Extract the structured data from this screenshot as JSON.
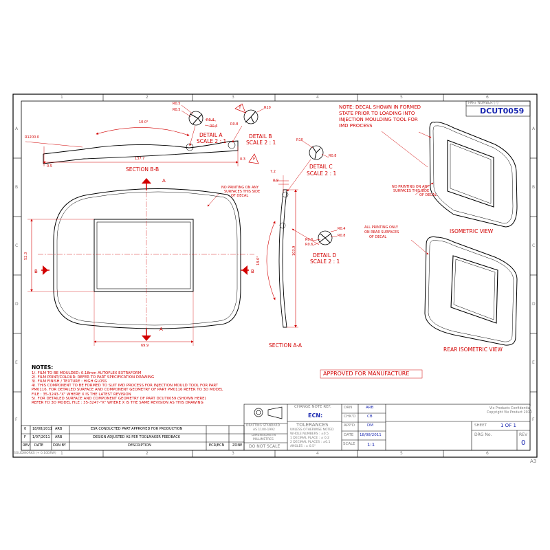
{
  "border": {
    "cols": [
      "1",
      "2",
      "3",
      "4",
      "5",
      "6"
    ],
    "rows": [
      "A",
      "B",
      "C",
      "D",
      "E",
      "F"
    ],
    "sheet_size": "A3",
    "software": "SOLIDWORKS (+ 0.10DRW)"
  },
  "part_number": {
    "label": "PART NUMBER (?)",
    "value": "DCUT0059"
  },
  "top_note": [
    "NOTE: DECAL SHOWN IN FORMED",
    "STATE PRIOR TO LOADING INTO",
    "INJECTION MOULDING TOOL FOR",
    "IMD PROCESS"
  ],
  "section_bb": {
    "title": "SECTION B-B",
    "r_label": "R1200.0",
    "angle": "10.0°",
    "length": "137.7",
    "thickness": "0.3",
    "small_dim": "0.5"
  },
  "detail_a": {
    "title": "DETAIL A",
    "scale": "SCALE 2 : 1",
    "dims": [
      "R0.5",
      "R0.5",
      "R0.4",
      "R0.6"
    ]
  },
  "detail_b": {
    "title": "DETAIL B",
    "scale": "SCALE 2 : 1",
    "dims": [
      "R10",
      "R0.8"
    ]
  },
  "detail_c": {
    "title": "DETAIL C",
    "scale": "SCALE 2 : 1",
    "dims": [
      "R10",
      "R0.8"
    ]
  },
  "detail_d": {
    "title": "DETAIL D",
    "scale": "SCALE 2 : 1",
    "dims": [
      "R0.4",
      "R0.6",
      "R0.6",
      "R0.8"
    ]
  },
  "flag_letter": "F",
  "front_view": {
    "width": "69.9",
    "height": "52.3",
    "cut_a": "A",
    "cut_b": "B",
    "no_print_note": [
      "NO PRINTING ON ANY",
      "SURFACES THIS SIDE",
      "OF DECAL"
    ]
  },
  "section_aa": {
    "title": "SECTION A-A",
    "dims": [
      "7.2",
      "0.9",
      "103.9"
    ],
    "angle": "18.0°"
  },
  "iso_view": {
    "title": "ISOMETRIC VIEW",
    "note": [
      "NO PRINTING ON ANY",
      "SURFACES THIS SIDE",
      "OF DECAL"
    ]
  },
  "rear_iso_view": {
    "title": "REAR ISOMETRIC VIEW",
    "note": [
      "ALL PRINTING ONLY",
      "ON REAR SURFACES",
      "OF DECAL"
    ]
  },
  "notes": {
    "heading": "NOTES:",
    "lines": [
      "1/. FILM TO BE MOULDED: 0.18mm AUTOFLEX EXTRAFORM",
      "2/. FILM PRINT/COLOUR: REFER TO PART SPECIFICATION DRAWING",
      "3/. FILM FINISH / TEXTURE : HIGH GLOSS",
      "4/. THIS COMPONENT TO BE FORMED TO SUIT IMD PROCESS FOR INJECTION MOULD TOOL FOR PART",
      "     PM0116. FOR DETAILED SURFACE AND COMPONENT GEOMETRY OF PART PM0116 REFER TO 3D MODEL",
      "     FILE : 35-3243-\"X\" WHERE X IS THE LATEST REVISION",
      "5/. FOR DETAILED SURFACE AND COMPONENT GEOMETRY OF PART DCUT0059 (SHOWN HERE)",
      "     REFER TO 3D MODEL FILE : 35-3247-\"X\" WHERE X IS THE SAME REVISION AS THIS DRAWING"
    ]
  },
  "approved_stamp": "APPROVED FOR MANUFACTURE",
  "revisions": {
    "headers": [
      "REV.",
      "DATE",
      "DRN BY",
      "DESCRIPTION",
      "ECR/ECN",
      "ZONE"
    ],
    "rows": [
      {
        "rev": "0",
        "date": "18/08/2011",
        "drn": "ARB",
        "desc": "ESR CONDUCTED PART APPROVED FOR PRODUCTION",
        "ecr": "",
        "zone": ""
      },
      {
        "rev": "F",
        "date": "1/07/2011",
        "drn": "ARB",
        "desc": "DESIGN ADJUSTED AS PER TOOLMAKER FEEDBACK",
        "ecr": "",
        "zone": ""
      }
    ]
  },
  "title_block": {
    "change_note_label": "CHANGE NOTE REF.",
    "ecn_label": "ECN:",
    "drafting_standard": [
      "DRAFTING STANDARD",
      "AS 1100-1992"
    ],
    "dimensions": [
      "DIMENSIONS IN",
      "MILLIMETRES"
    ],
    "do_not_scale": "DO NOT SCALE",
    "tolerances_title": "TOLERANCES",
    "tolerances": [
      "UNLESS OTHERWISE NOTED",
      "WHOLE NUMBERS : ±0.5",
      "1 DECIMAL PLACE : ± 0.2",
      "2 DECIMAL PLACES : ±0.1",
      "ANGLES : ± 0.5°"
    ],
    "drn_label": "DRN",
    "drn_value": "ARB",
    "chkd_label": "CHK'D",
    "chkd_value": "CB",
    "appd_label": "APP'D",
    "appd_value": "DM",
    "date_label": "DATE",
    "date_value": "18/08/2011",
    "scale_label": "SCALE",
    "scale_value": "1:1",
    "confidential": [
      "Vix Products Confidential",
      "Copyright Vix Product 2010"
    ],
    "sheet_label": "SHEET",
    "sheet_value": "1 OF 1",
    "drg_label": "DRG No.",
    "rev_label": "REV",
    "rev_value": "0"
  }
}
